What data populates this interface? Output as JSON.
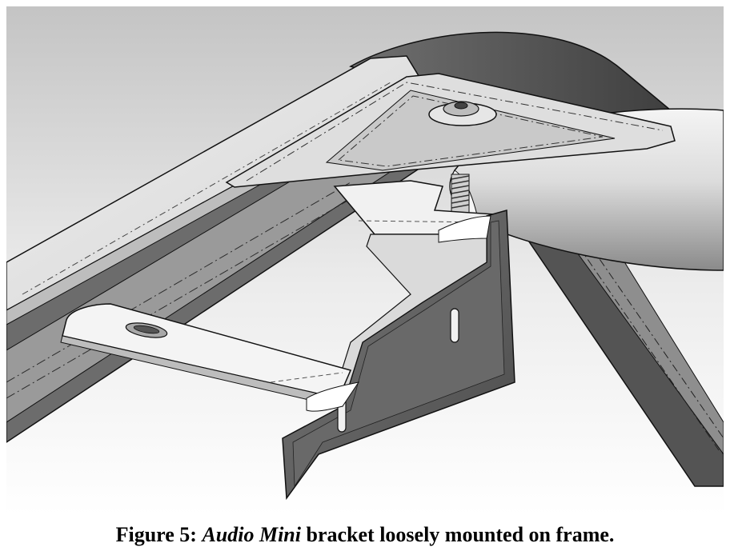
{
  "figure": {
    "caption": {
      "label": "Figure 5:",
      "italic_part": "Audio Mini",
      "rest": "bracket loosely mounted on frame."
    }
  },
  "colors": {
    "background_top": "#c7c7c7",
    "background_bottom": "#ffffff",
    "metal_light": "#f3f3f3",
    "metal_mid": "#cfcfcf",
    "metal_dark": "#5e5e5e",
    "outline": "#111111"
  }
}
